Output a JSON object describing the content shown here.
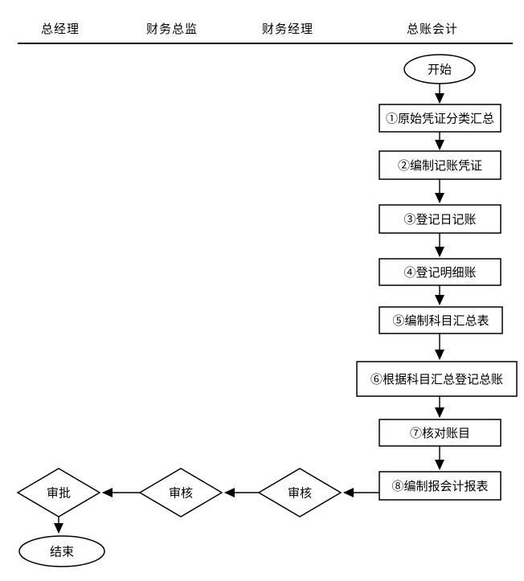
{
  "diagram_title": "",
  "lanes": [
    {
      "label": "总经理"
    },
    {
      "label": "财务总监"
    },
    {
      "label": "财务经理"
    },
    {
      "label": "总账会计"
    }
  ],
  "nodes": {
    "start": {
      "label": "开始",
      "type": "terminator",
      "lane": "总账会计"
    },
    "step1": {
      "label": "①原始凭证分类汇总",
      "type": "process",
      "lane": "总账会计"
    },
    "step2": {
      "label": "②编制记账凭证",
      "type": "process",
      "lane": "总账会计"
    },
    "step3": {
      "label": "③登记日记账",
      "type": "process",
      "lane": "总账会计"
    },
    "step4": {
      "label": "④登记明细账",
      "type": "process",
      "lane": "总账会计"
    },
    "step5": {
      "label": "⑤编制科目汇总表",
      "type": "process",
      "lane": "总账会计"
    },
    "step6": {
      "label": "⑥根据科目汇总登记总账",
      "type": "process",
      "lane": "总账会计"
    },
    "step7": {
      "label": "⑦核对账目",
      "type": "process",
      "lane": "总账会计"
    },
    "step8": {
      "label": "⑧编制报会计报表",
      "type": "process",
      "lane": "总账会计"
    },
    "review1": {
      "label": "审核",
      "type": "decision",
      "lane": "财务经理"
    },
    "review2": {
      "label": "审核",
      "type": "decision",
      "lane": "财务总监"
    },
    "approve": {
      "label": "审批",
      "type": "decision",
      "lane": "总经理"
    },
    "end": {
      "label": "结束",
      "type": "terminator",
      "lane": "总经理"
    }
  },
  "edges": [
    {
      "from": "start",
      "to": "step1"
    },
    {
      "from": "step1",
      "to": "step2"
    },
    {
      "from": "step2",
      "to": "step3"
    },
    {
      "from": "step3",
      "to": "step4"
    },
    {
      "from": "step4",
      "to": "step5"
    },
    {
      "from": "step5",
      "to": "step6"
    },
    {
      "from": "step6",
      "to": "step7"
    },
    {
      "from": "step7",
      "to": "step8"
    },
    {
      "from": "step8",
      "to": "review1"
    },
    {
      "from": "review1",
      "to": "review2"
    },
    {
      "from": "review2",
      "to": "approve"
    },
    {
      "from": "approve",
      "to": "end"
    }
  ],
  "colors": {
    "line": "#000000",
    "text": "#000000",
    "background": "#ffffff"
  }
}
